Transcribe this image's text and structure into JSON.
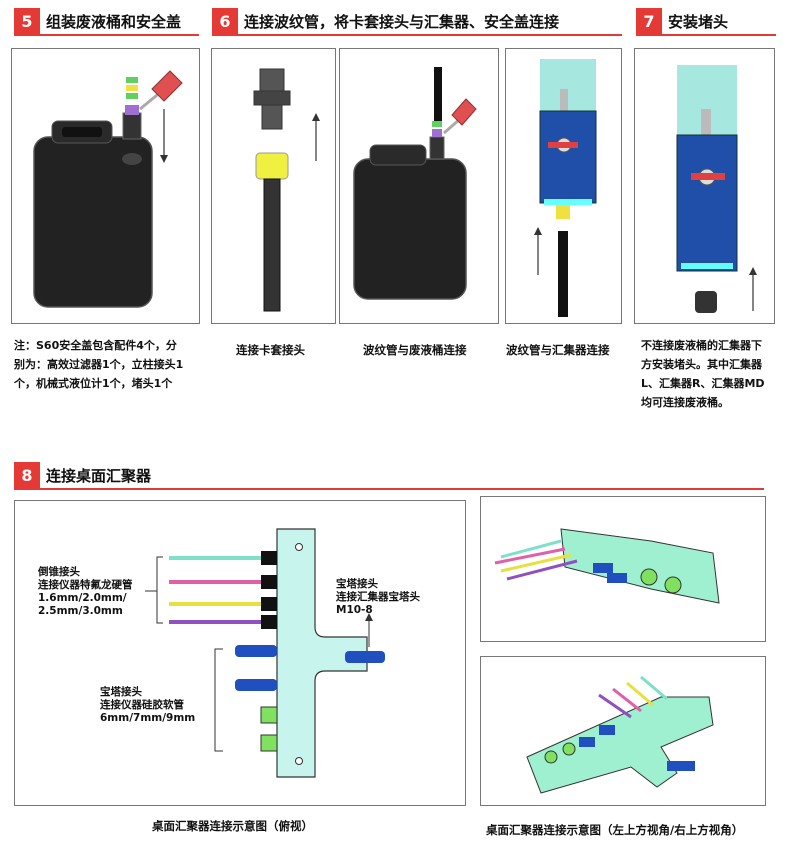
{
  "sections": {
    "s5": {
      "num": "5",
      "title": "组装废液桶和安全盖"
    },
    "s6": {
      "num": "6",
      "title": "连接波纹管，将卡套接头与汇集器、安全盖连接"
    },
    "s7": {
      "num": "7",
      "title": "安装堵头"
    },
    "s8": {
      "num": "8",
      "title": "连接桌面汇聚器"
    }
  },
  "captions": {
    "note5": [
      "注：S60安全盖包含配件4个，分",
      "别为：高效过滤器1个，立柱接头1",
      "个，机械式液位计1个，堵头1个"
    ],
    "c6a": "连接卡套接头",
    "c6b": "波纹管与废液桶连接",
    "c6c": "波纹管与汇集器连接",
    "note7": [
      "不连接废液桶的汇集器下",
      "方安装堵头。其中汇集器",
      "L、汇集器R、汇集器MD",
      "均可连接废液桶。"
    ],
    "c8a": "桌面汇聚器连接示意图（俯视）",
    "c8b": "桌面汇聚器连接示意图（左上方视角/右上方视角）"
  },
  "diagram8": {
    "left_label": [
      "倒锥接头",
      "连接仪器特氟龙硬管",
      "1.6mm/2.0mm/",
      "2.5mm/3.0mm"
    ],
    "right_label": [
      "宝塔接头",
      "连接汇集器宝塔头",
      "M10-8"
    ],
    "bottom_label": [
      "宝塔接头",
      "连接仪器硅胶软管",
      "6mm/7mm/9mm"
    ]
  },
  "colors": {
    "accent": "#e53935",
    "block": "#b9f0e0",
    "tube_cyan": "#7fe0c8",
    "tube_pink": "#e060a8",
    "tube_yellow": "#e8e040",
    "tube_purple": "#9050c0",
    "barb_blue": "#2050c0",
    "plug_green": "#80e060",
    "collector_blue": "#1f4fa8"
  }
}
